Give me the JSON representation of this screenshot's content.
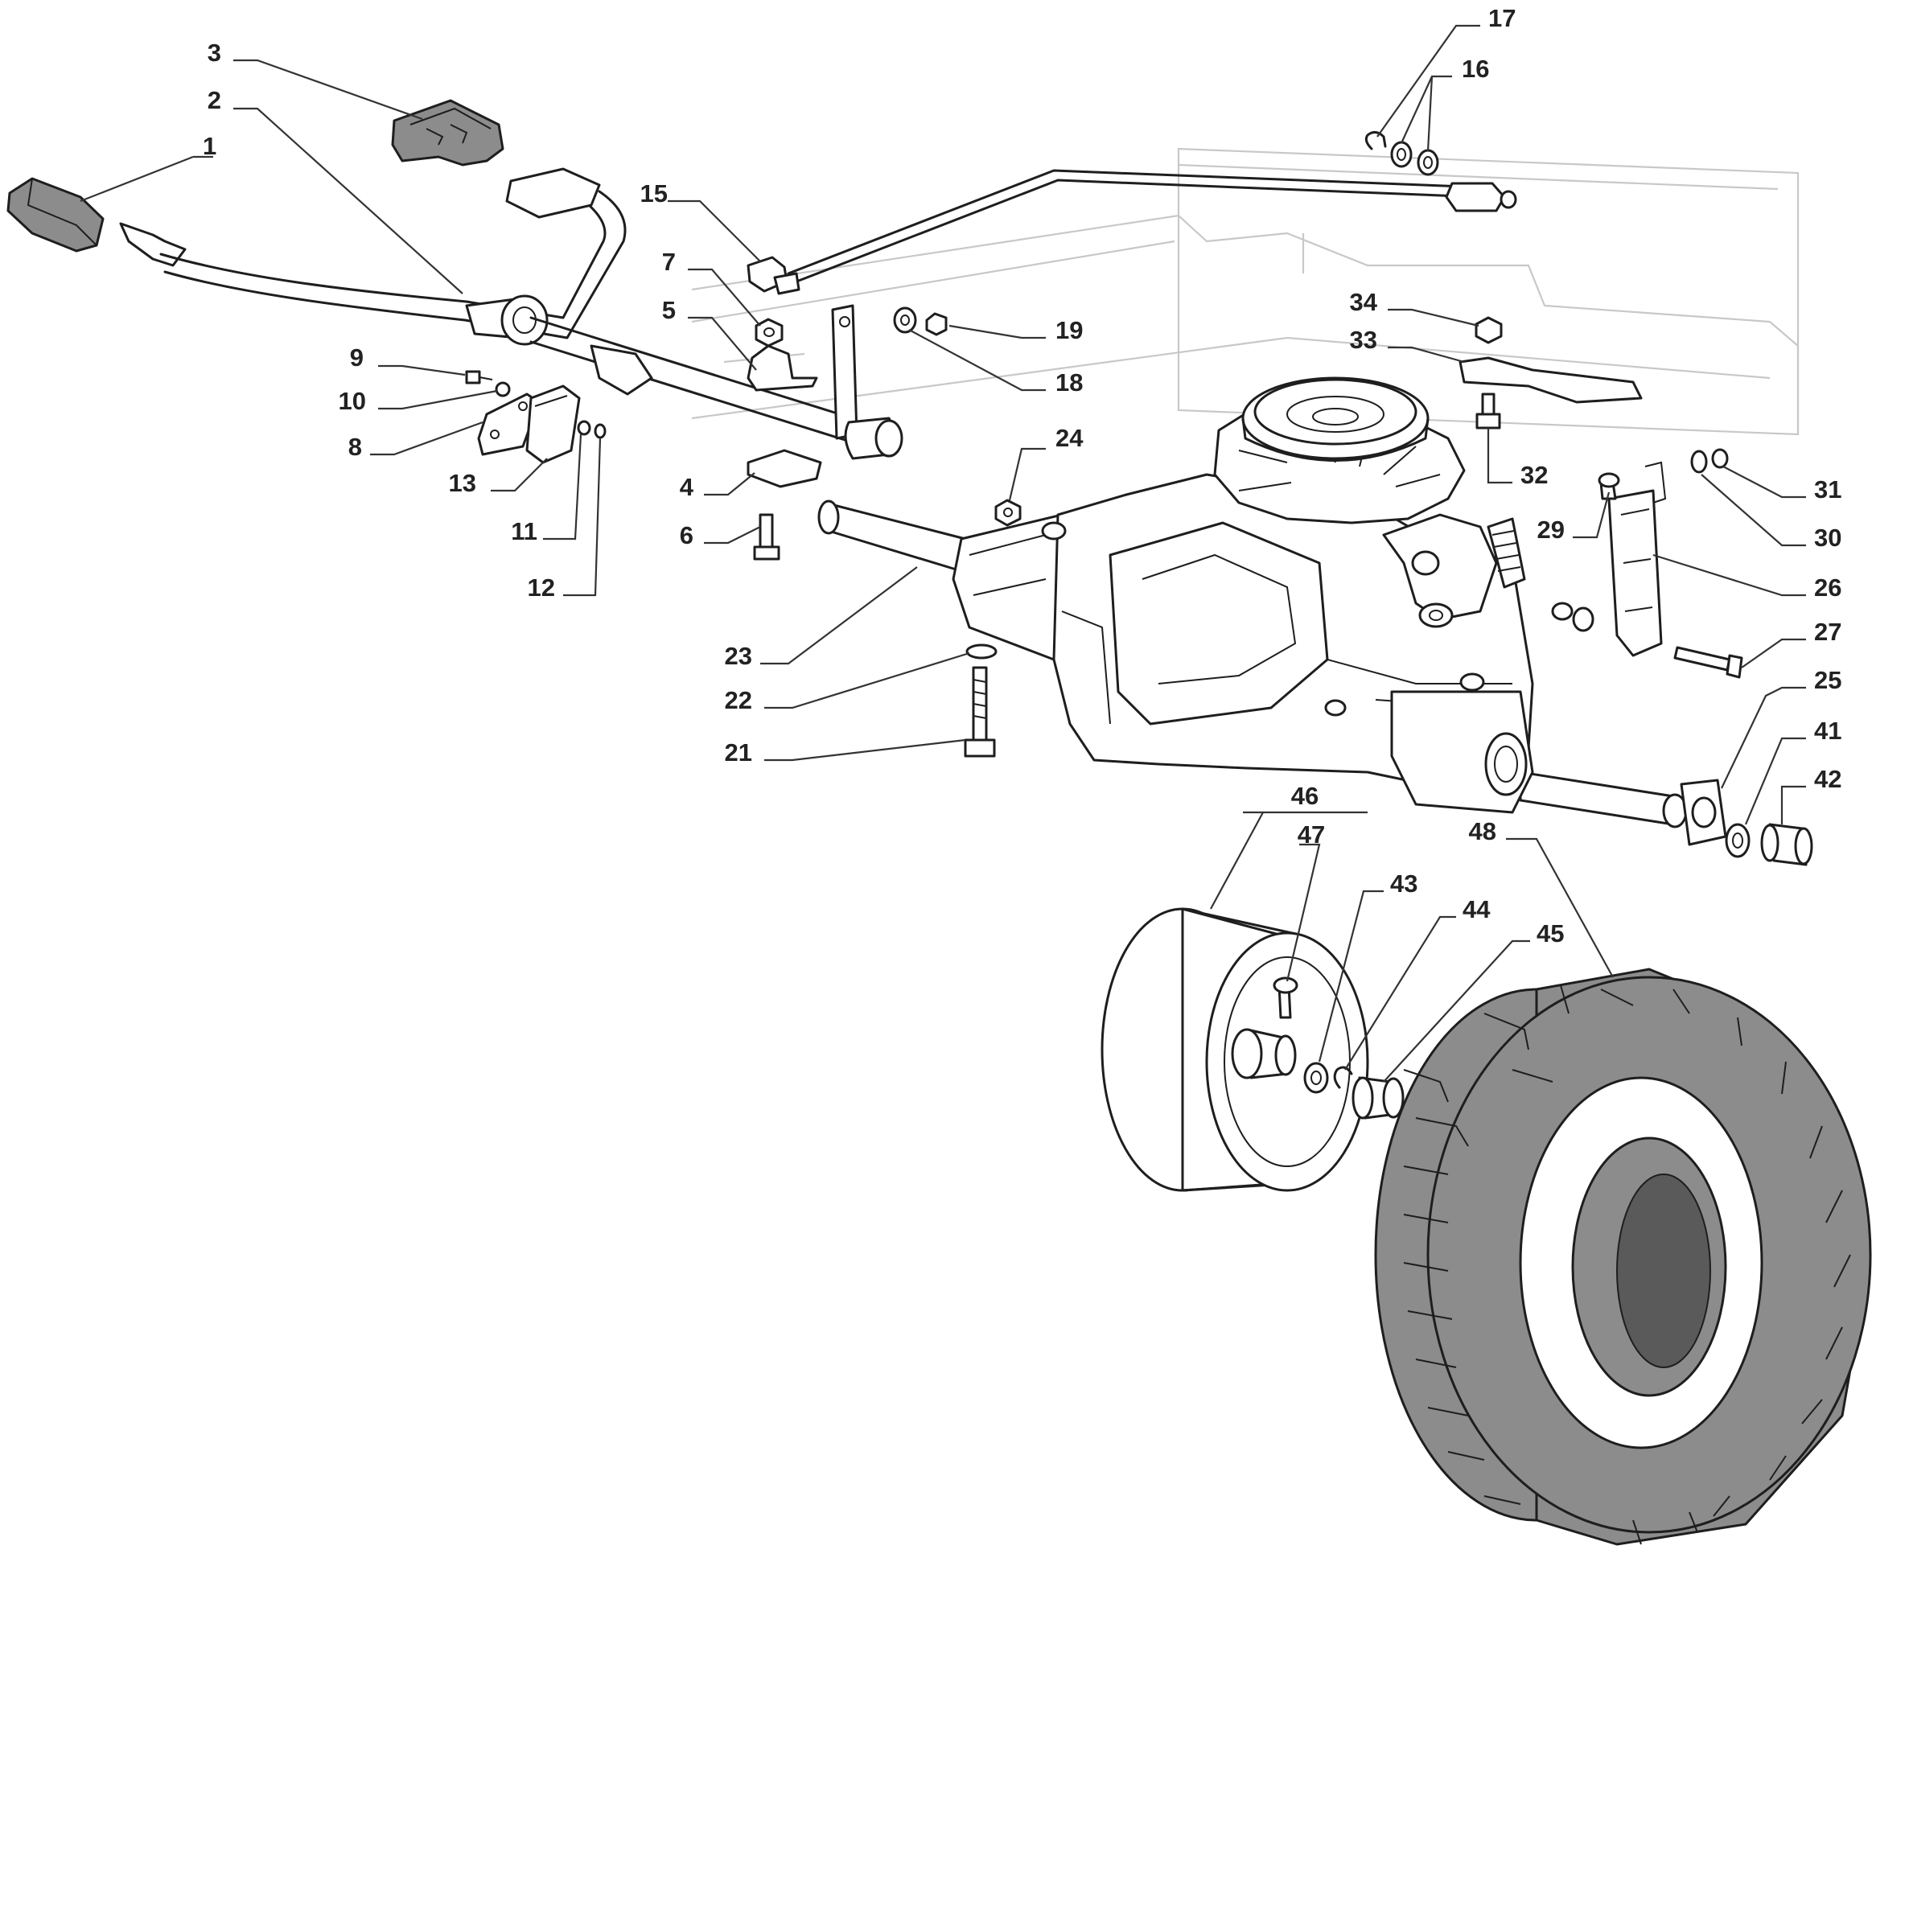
{
  "diagram": {
    "callouts": [
      {
        "id": "c1",
        "text": "1"
      },
      {
        "id": "c2",
        "text": "2"
      },
      {
        "id": "c3",
        "text": "3"
      },
      {
        "id": "c4",
        "text": "4"
      },
      {
        "id": "c5",
        "text": "5"
      },
      {
        "id": "c6",
        "text": "6"
      },
      {
        "id": "c7",
        "text": "7"
      },
      {
        "id": "c8",
        "text": "8"
      },
      {
        "id": "c9",
        "text": "9"
      },
      {
        "id": "c10",
        "text": "10"
      },
      {
        "id": "c11",
        "text": "11"
      },
      {
        "id": "c12",
        "text": "12"
      },
      {
        "id": "c13",
        "text": "13"
      },
      {
        "id": "c15",
        "text": "15"
      },
      {
        "id": "c16",
        "text": "16"
      },
      {
        "id": "c17",
        "text": "17"
      },
      {
        "id": "c18",
        "text": "18"
      },
      {
        "id": "c19",
        "text": "19"
      },
      {
        "id": "c21",
        "text": "21"
      },
      {
        "id": "c22",
        "text": "22"
      },
      {
        "id": "c23",
        "text": "23"
      },
      {
        "id": "c24",
        "text": "24"
      },
      {
        "id": "c25",
        "text": "25"
      },
      {
        "id": "c26",
        "text": "26"
      },
      {
        "id": "c27",
        "text": "27"
      },
      {
        "id": "c29",
        "text": "29"
      },
      {
        "id": "c30",
        "text": "30"
      },
      {
        "id": "c31",
        "text": "31"
      },
      {
        "id": "c32",
        "text": "32"
      },
      {
        "id": "c33",
        "text": "33"
      },
      {
        "id": "c34",
        "text": "34"
      },
      {
        "id": "c41",
        "text": "41"
      },
      {
        "id": "c42",
        "text": "42"
      },
      {
        "id": "c43",
        "text": "43"
      },
      {
        "id": "c44",
        "text": "44"
      },
      {
        "id": "c45",
        "text": "45"
      },
      {
        "id": "c46",
        "text": "46"
      },
      {
        "id": "c47",
        "text": "47"
      },
      {
        "id": "c48",
        "text": "48"
      }
    ],
    "colors": {
      "line": "#1e1e1e",
      "label": "#222222",
      "rubber": "#8c8c8c",
      "rubber_dark": "#5a5a5a",
      "frame": "#c8c8c8",
      "casing": "#ffffff"
    }
  }
}
